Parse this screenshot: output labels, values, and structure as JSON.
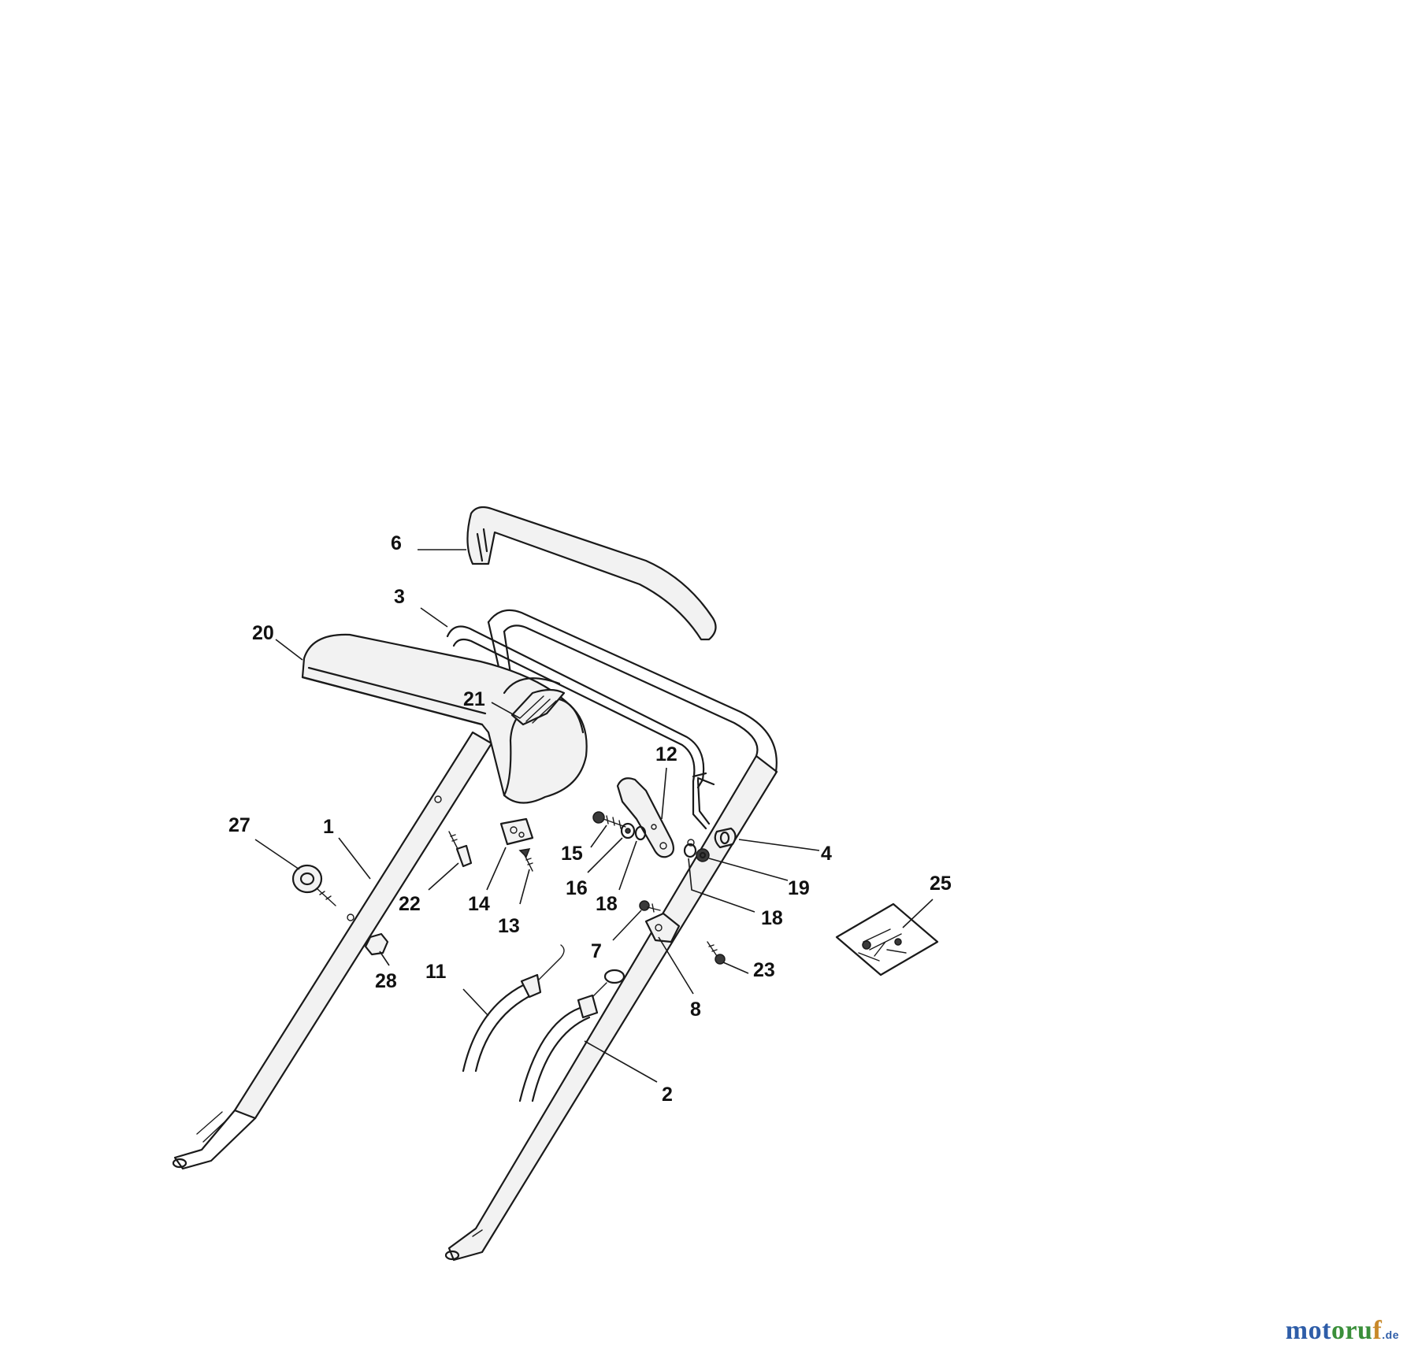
{
  "labels": [
    "6",
    "3",
    "20",
    "21",
    "12",
    "27",
    "1",
    "15",
    "4",
    "22",
    "14",
    "16",
    "18",
    "19",
    "13",
    "18",
    "25",
    "7",
    "28",
    "11",
    "8",
    "23",
    "2"
  ],
  "watermark": {
    "part_a": "mot",
    "part_b": "oru",
    "part_c": "f",
    "tld": ".de"
  }
}
